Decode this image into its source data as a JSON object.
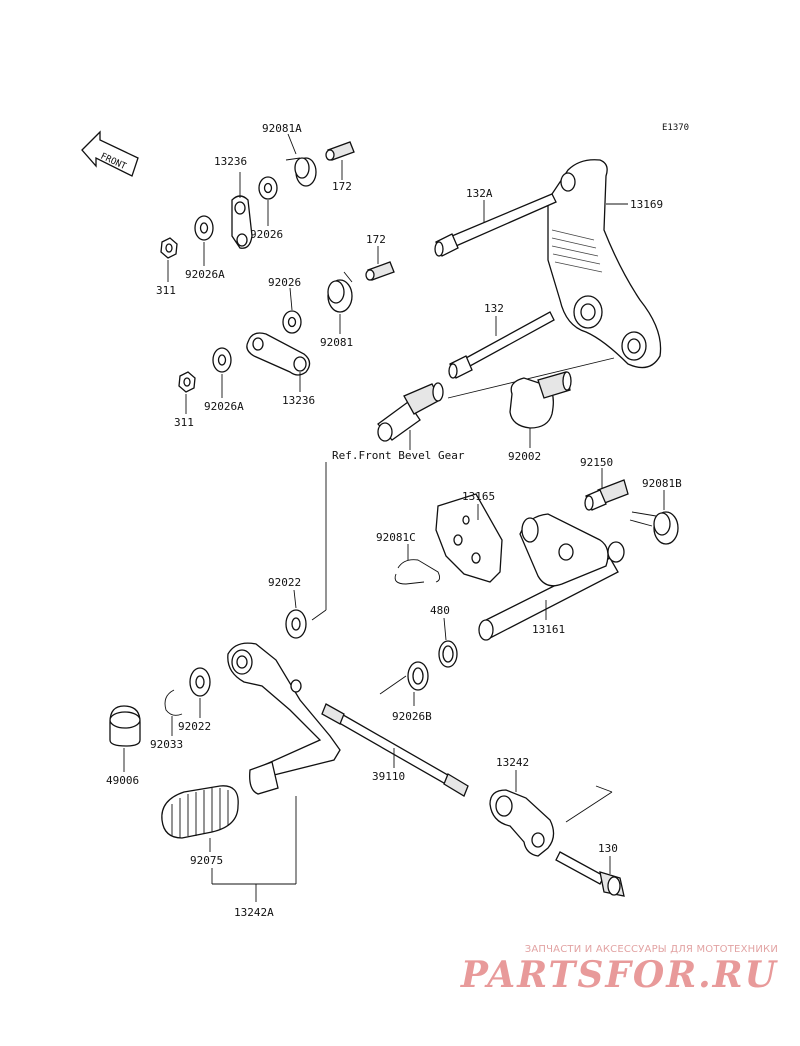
{
  "diagram_code": "E1370",
  "front_label": "FRONT",
  "reference_note": "Ref.Front Bevel Gear",
  "part_labels": {
    "p92081A": "92081A",
    "p13236_top": "13236",
    "p172_top": "172",
    "p92026_top": "92026",
    "p311_top": "311",
    "p92026A_top": "92026A",
    "p172_mid": "172",
    "p92026_mid": "92026",
    "p92081": "92081",
    "p311_bot": "311",
    "p92026A_bot": "92026A",
    "p13236_bot": "13236",
    "p132A": "132A",
    "p13169": "13169",
    "p132": "132",
    "p92002": "92002",
    "p92150": "92150",
    "p92081B": "92081B",
    "p13165": "13165",
    "p92081C": "92081C",
    "p480": "480",
    "p13161": "13161",
    "p92022_top": "92022",
    "p92026B": "92026B",
    "p49006": "49006",
    "p92033": "92033",
    "p92022_bot": "92022",
    "p39110": "39110",
    "p13242": "13242",
    "p130": "130",
    "p92075": "92075",
    "p13242A": "13242A"
  },
  "watermark": {
    "tagline": "ЗАПЧАСТИ И АКСЕССУАРЫ ДЛЯ МОТОТЕХНИКИ",
    "logo": "PARTSFOR.RU"
  }
}
